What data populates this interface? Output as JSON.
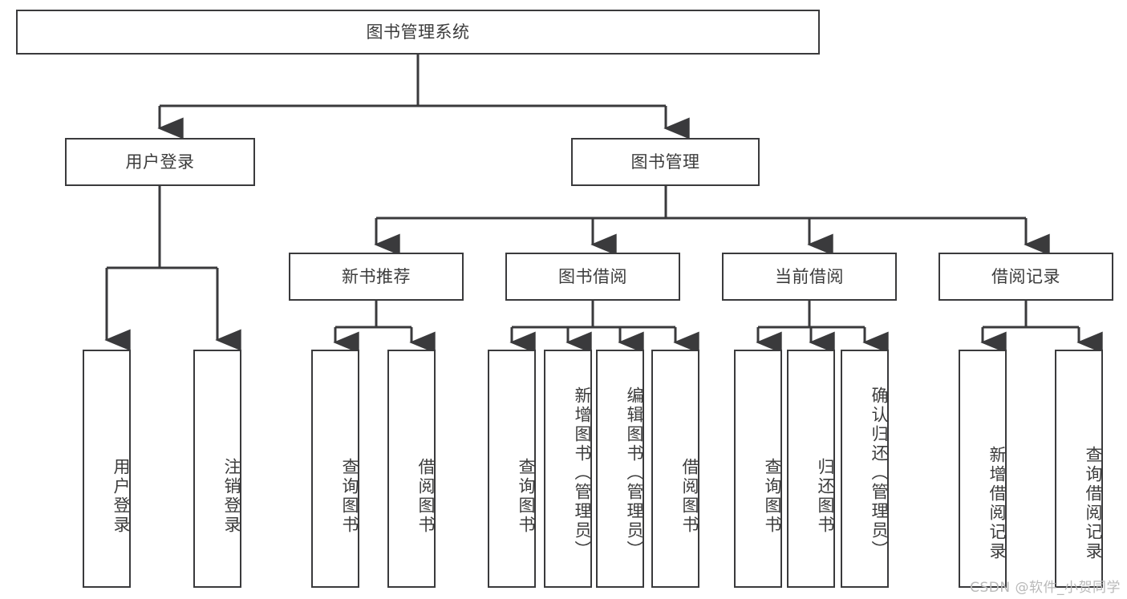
{
  "diagram": {
    "type": "hierarchy-tree",
    "title": "图书管理系统",
    "levels": 4,
    "root": {
      "label": "图书管理系统"
    },
    "level2": [
      {
        "label": "用户登录"
      },
      {
        "label": "图书管理"
      }
    ],
    "level3": [
      {
        "label": "新书推荐"
      },
      {
        "label": "图书借阅"
      },
      {
        "label": "当前借阅"
      },
      {
        "label": "借阅记录"
      }
    ],
    "leaves": {
      "user_login": [
        {
          "label": "用户登录"
        },
        {
          "label": "注销登录"
        }
      ],
      "new_book": [
        {
          "label": "查询图书"
        },
        {
          "label": "借阅图书"
        }
      ],
      "book_borrow": [
        {
          "label": "查询图书"
        },
        {
          "label": "新增图书（管理员）"
        },
        {
          "label": "编辑图书（管理员）"
        },
        {
          "label": "借阅图书"
        }
      ],
      "current_borrow": [
        {
          "label": "查询图书"
        },
        {
          "label": "归还图书"
        },
        {
          "label": "确认归还（管理员）"
        }
      ],
      "borrow_record": [
        {
          "label": "新增借阅记录"
        },
        {
          "label": "查询借阅记录"
        }
      ]
    }
  },
  "watermark": {
    "text": "CSDN @软件_小贺同学"
  },
  "colors": {
    "border": "#3a3a3c",
    "text": "#3c3c3c",
    "background": "#ffffff",
    "watermark": "#b9b9b9"
  }
}
